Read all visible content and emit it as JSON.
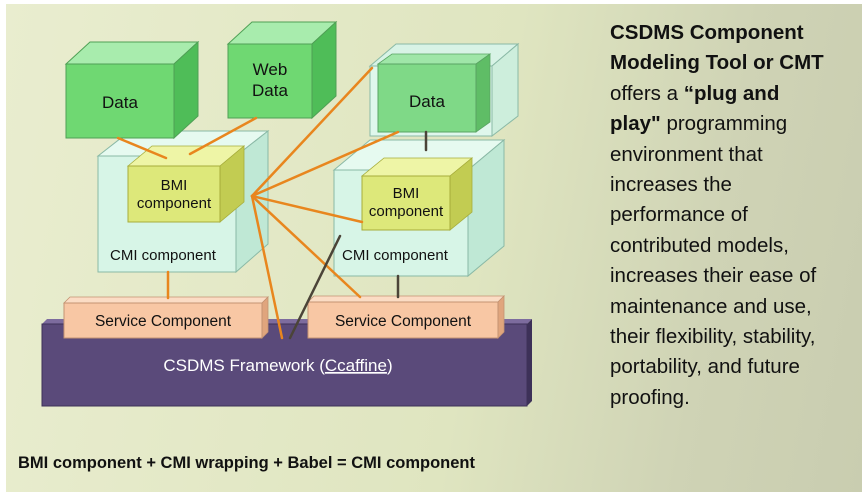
{
  "diagram": {
    "data_left": "Data",
    "web_data_line1": "Web",
    "web_data_line2": "Data",
    "data_right": "Data",
    "bmi_left_line1": "BMI",
    "bmi_left_line2": "component",
    "bmi_right_line1": "BMI",
    "bmi_right_line2": "component",
    "cmi_left": "CMI component",
    "cmi_right": "CMI component",
    "service_left": "Service Component",
    "service_right": "Service Component",
    "framework_prefix": "CSDMS Framework (",
    "framework_name": "Ccaffine",
    "framework_suffix": ")",
    "colors": {
      "data_green": "#6fd872",
      "cmi_fill": "#d7f5e7",
      "bmi_fill": "#dde87a",
      "service_fill": "#f8c7a4",
      "framework_fill": "#5a4a7a",
      "link_orange": "#e8861e"
    }
  },
  "caption": "BMI component + CMI wrapping + Babel = CMI component",
  "description": {
    "line1": "CSDMS Component",
    "line2": "Modeling Tool or CMT",
    "line3_pre": "offers a ",
    "line3_bold": "“plug and",
    "line4_bold": "play\"",
    "line4_rest": " programming",
    "line5": "environment that",
    "line6": "increases the",
    "line7": "performance of",
    "line8": "contributed models,",
    "line9": "increases their ease of",
    "line10": "maintenance and use,",
    "line11": "their flexibility, stability,",
    "line12": "portability, and future",
    "line13": "proofing."
  }
}
